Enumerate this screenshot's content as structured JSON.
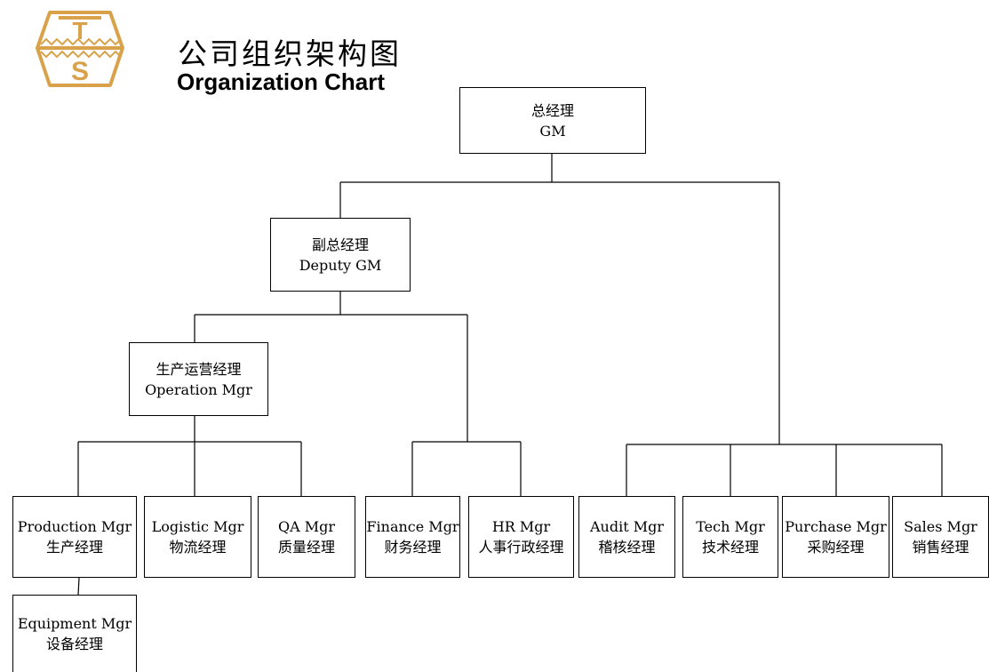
{
  "header": {
    "logo_letters": [
      "T",
      "S"
    ],
    "title_cn": "公司组织架构图",
    "title_en": "Organization Chart"
  },
  "colors": {
    "logo_gold": "#d9a24a",
    "line": "#000000",
    "box_border": "#000000"
  },
  "nodes": {
    "gm": {
      "cn": "总经理",
      "en": "GM"
    },
    "deputy": {
      "cn": "副总经理",
      "en": "Deputy GM"
    },
    "operation": {
      "cn": "生产运营经理",
      "en": "Operation Mgr"
    },
    "production": {
      "en": "Production Mgr",
      "cn": "生产经理"
    },
    "logistic": {
      "en": "Logistic Mgr",
      "cn": "物流经理"
    },
    "qa": {
      "en": "QA Mgr",
      "cn": "质量经理"
    },
    "finance": {
      "en": "Finance Mgr",
      "cn": "财务经理"
    },
    "hr": {
      "en": "HR Mgr",
      "cn": "人事行政经理"
    },
    "audit": {
      "en": "Audit Mgr",
      "cn": "稽核经理"
    },
    "tech": {
      "en": "Tech Mgr",
      "cn": "技术经理"
    },
    "purchase": {
      "en": "Purchase Mgr",
      "cn": "采购经理"
    },
    "sales": {
      "en": "Sales Mgr",
      "cn": "销售经理"
    },
    "equipment": {
      "en": "Equipment Mgr",
      "cn": "设备经理"
    }
  }
}
